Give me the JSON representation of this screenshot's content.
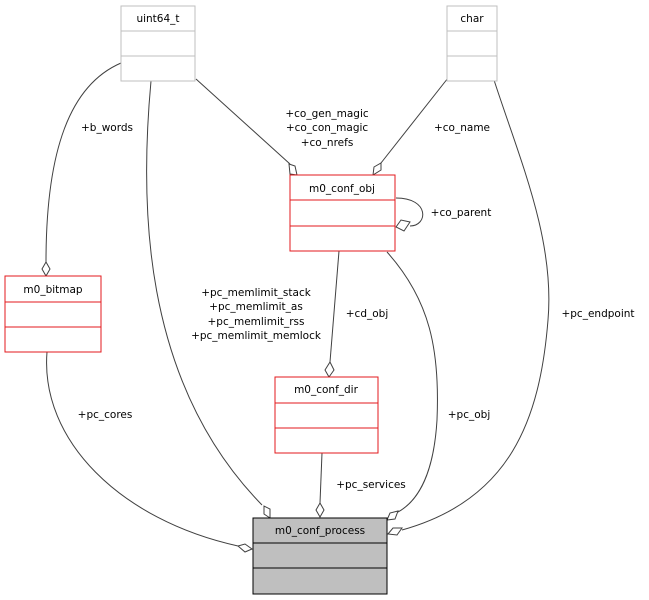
{
  "diagram": {
    "type": "collaboration-graph",
    "focus_node": "m0_conf_process",
    "nodes": [
      {
        "id": "uint64_t",
        "label": "uint64_t",
        "style": "external"
      },
      {
        "id": "char",
        "label": "char",
        "style": "external"
      },
      {
        "id": "m0_conf_obj",
        "label": "m0_conf_obj",
        "style": "documented"
      },
      {
        "id": "m0_bitmap",
        "label": "m0_bitmap",
        "style": "documented"
      },
      {
        "id": "m0_conf_dir",
        "label": "m0_conf_dir",
        "style": "documented"
      },
      {
        "id": "m0_conf_process",
        "label": "m0_conf_process",
        "style": "focus"
      }
    ],
    "edges": [
      {
        "from": "uint64_t",
        "to": "m0_bitmap",
        "labels": [
          "+b_words"
        ]
      },
      {
        "from": "uint64_t",
        "to": "m0_conf_obj",
        "labels": [
          "+co_gen_magic",
          "+co_con_magic",
          "+co_nrefs"
        ]
      },
      {
        "from": "char",
        "to": "m0_conf_obj",
        "labels": [
          "+co_name"
        ]
      },
      {
        "from": "m0_conf_obj",
        "to": "m0_conf_obj",
        "labels": [
          "+co_parent"
        ]
      },
      {
        "from": "uint64_t",
        "to": "m0_conf_process",
        "labels": [
          "+pc_memlimit_stack",
          "+pc_memlimit_as",
          "+pc_memlimit_rss",
          "+pc_memlimit_memlock"
        ]
      },
      {
        "from": "m0_conf_obj",
        "to": "m0_conf_dir",
        "labels": [
          "+cd_obj"
        ]
      },
      {
        "from": "m0_bitmap",
        "to": "m0_conf_process",
        "labels": [
          "+pc_cores"
        ]
      },
      {
        "from": "m0_conf_dir",
        "to": "m0_conf_process",
        "labels": [
          "+pc_services"
        ]
      },
      {
        "from": "m0_conf_obj",
        "to": "m0_conf_process",
        "labels": [
          "+pc_obj"
        ]
      },
      {
        "from": "char",
        "to": "m0_conf_process",
        "labels": [
          "+pc_endpoint"
        ]
      }
    ]
  },
  "colors": {
    "external_border": "#bfbfbf",
    "documented_border": "#e31a1c",
    "focus_fill": "#bfbfbf",
    "focus_border": "#000000",
    "edge": "#404040"
  }
}
